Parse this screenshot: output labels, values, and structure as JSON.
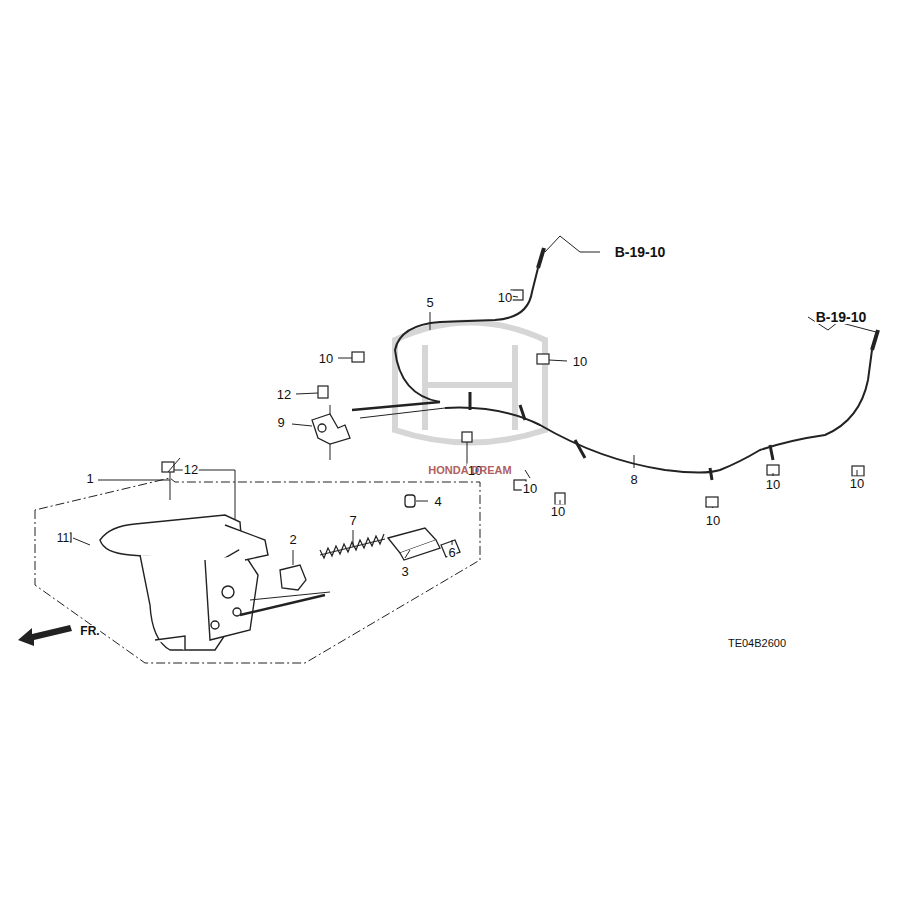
{
  "diagram": {
    "labels": [
      "B-19-10",
      "5",
      "10",
      "B-19-10",
      "10",
      "10",
      "12",
      "9",
      "10",
      "10",
      "8",
      "12",
      "10",
      "10",
      "10",
      "1",
      "4",
      "10",
      "11",
      "2",
      "7",
      "6",
      "3",
      "FR.",
      "TE04B2600",
      "HONDA DREAM"
    ]
  }
}
